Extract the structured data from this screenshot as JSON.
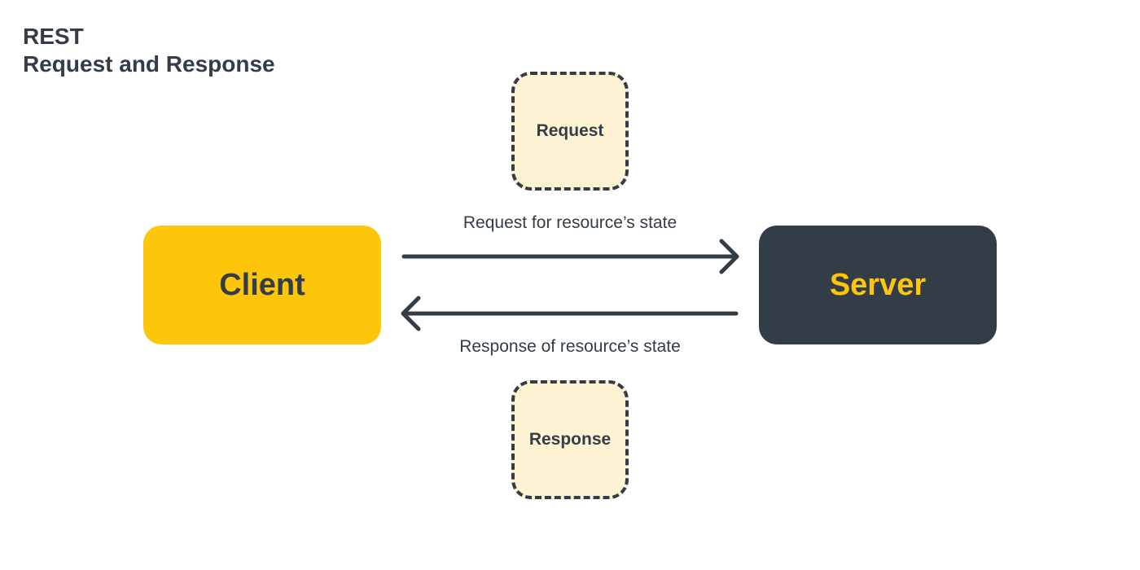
{
  "title": {
    "line1": "REST",
    "line2": "Request and Response"
  },
  "nodes": {
    "client": "Client",
    "server": "Server"
  },
  "messages": {
    "request": "Request",
    "response": "Response"
  },
  "edges": {
    "request_label": "Request for resource’s state",
    "response_label": "Response of resource’s state"
  },
  "colors": {
    "client": "#fdc60a",
    "server": "#333d48",
    "text": "#323d48",
    "message_fill": "#fdf2d2"
  }
}
